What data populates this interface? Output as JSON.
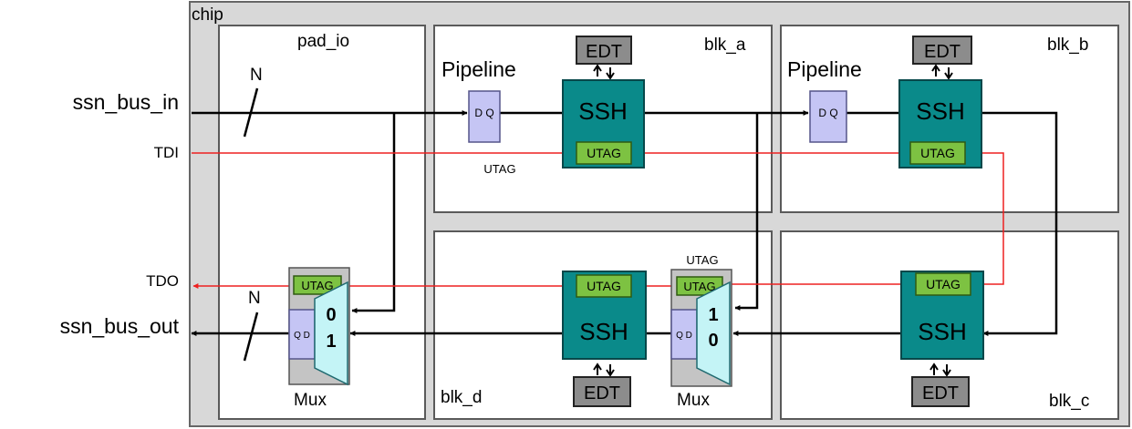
{
  "colors": {
    "chip_fill": "#d8d8d8",
    "block_fill": "#ffffff",
    "ssh_fill": "#0a8a8a",
    "edt_fill": "#8c8c8c",
    "utag_fill": "#7dc242",
    "flipflop_fill": "#c5c5f4",
    "mux_fill": "#c4f4f6",
    "tdi_tdo_wire": "#ee2020",
    "bus_wire": "#000000"
  },
  "chip": {
    "label": "chip"
  },
  "ports": {
    "ssn_bus_in": "ssn_bus_in",
    "tdi": "TDI",
    "tdo": "TDO",
    "ssn_bus_out": "ssn_bus_out"
  },
  "blocks": {
    "pad_io": {
      "label": "pad_io",
      "bus_width_in": "N",
      "bus_width_out": "N",
      "mux": {
        "utag": "UTAG",
        "ff": "Q D",
        "in0": "0",
        "in1": "1",
        "label": "Mux"
      }
    },
    "blk_a": {
      "label": "blk_a",
      "pipeline": "Pipeline",
      "ff": "D Q",
      "utag_label": "UTAG",
      "edt": "EDT",
      "ssh": "SSH",
      "ssh_utag": "UTAG"
    },
    "blk_b": {
      "label": "blk_b",
      "pipeline": "Pipeline",
      "ff": "D Q",
      "edt": "EDT",
      "ssh": "SSH",
      "ssh_utag": "UTAG"
    },
    "blk_c": {
      "label": "blk_c",
      "edt": "EDT",
      "ssh": "SSH",
      "ssh_utag": "UTAG"
    },
    "blk_d": {
      "label": "blk_d",
      "edt": "EDT",
      "ssh": "SSH",
      "ssh_utag": "UTAG",
      "mux_top_label": "UTAG",
      "mux": {
        "utag": "UTAG",
        "ff": "Q D",
        "in0": "1",
        "in1": "0",
        "label": "Mux"
      }
    }
  }
}
